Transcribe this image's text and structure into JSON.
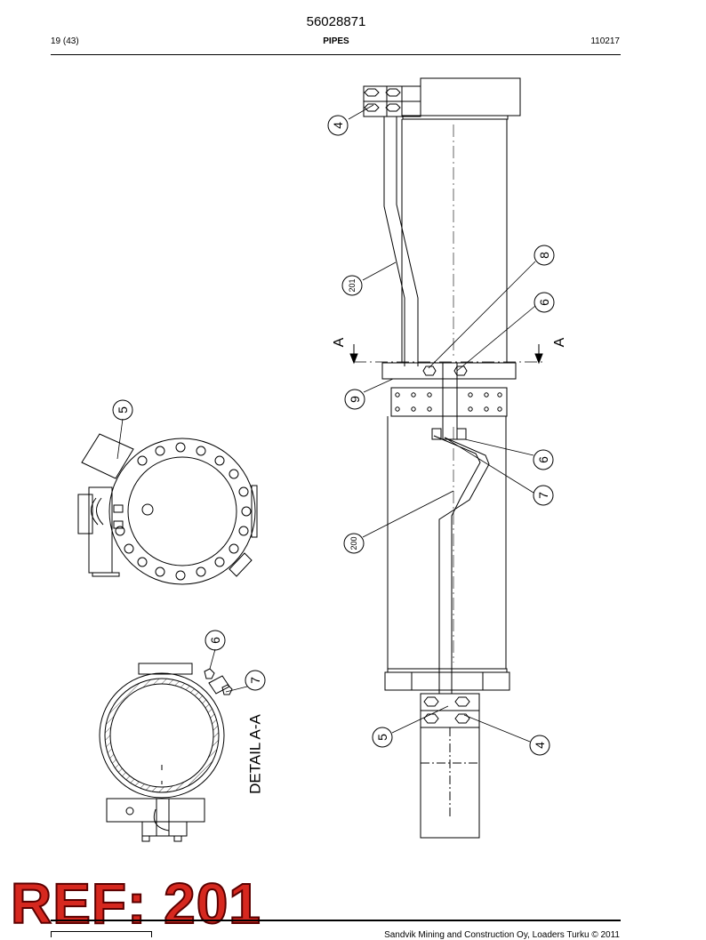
{
  "header": {
    "doc_number": "56028871",
    "page_count": "19 (43)",
    "section_title": "PIPES",
    "doc_date": "110217"
  },
  "drawing": {
    "callouts": {
      "c4_top": "4",
      "c201": "201",
      "c8": "8",
      "c6_upper": "6",
      "c9": "9",
      "c6_lower": "6",
      "c7": "7",
      "c200": "200",
      "c5_bottom": "5",
      "c4_bottom": "4",
      "c5_end": "5",
      "c6_detail": "6",
      "c7_detail": "7"
    },
    "section_marks": {
      "left": "A",
      "right": "A"
    },
    "detail_label": "DETAIL  A-A"
  },
  "banner": {
    "ref": "REF: 201"
  },
  "footer": {
    "copyright": "Sandvik Mining and Construction Oy, Loaders Turku © 2011"
  }
}
